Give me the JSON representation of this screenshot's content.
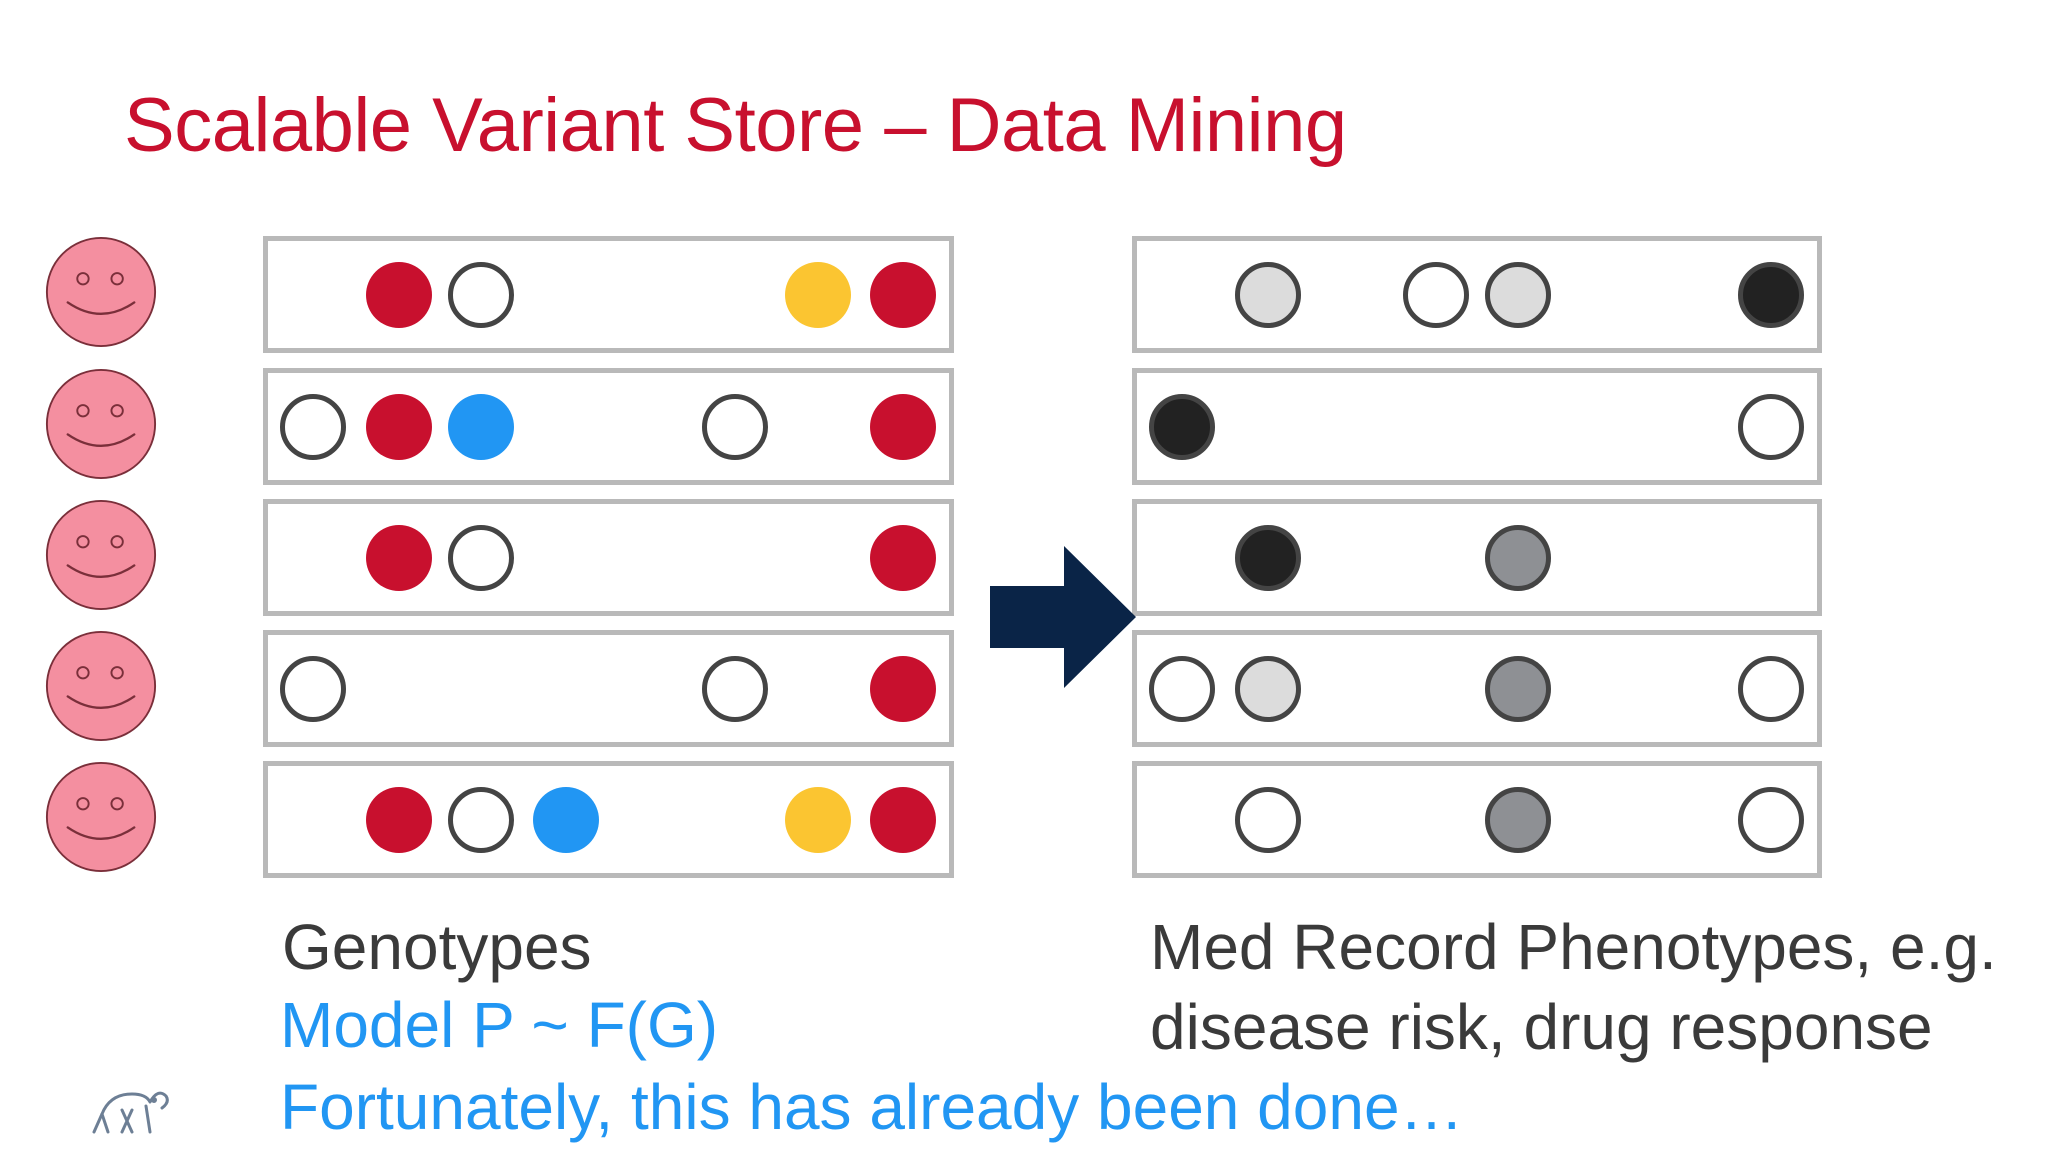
{
  "slide": {
    "title": "Scalable Variant Store – Data Mining",
    "title_color": "#c8102e"
  },
  "people": {
    "count": 5,
    "icon": "smiley-face-icon",
    "face_color": "#f48fa0"
  },
  "genotypes": {
    "rows": [
      [
        "empty",
        "red",
        "open",
        "empty",
        "empty",
        "yellow",
        "red"
      ],
      [
        "open",
        "red",
        "blue",
        "empty",
        "open",
        "empty",
        "red"
      ],
      [
        "empty",
        "red",
        "open",
        "empty",
        "empty",
        "empty",
        "red"
      ],
      [
        "open",
        "empty",
        "empty",
        "empty",
        "open",
        "empty",
        "red"
      ],
      [
        "empty",
        "red",
        "open",
        "blue",
        "empty",
        "yellow",
        "red"
      ]
    ]
  },
  "phenotypes": {
    "rows": [
      [
        "empty",
        "light",
        "open",
        "light",
        "black"
      ],
      [
        "black",
        "empty",
        "empty",
        "empty",
        "open"
      ],
      [
        "empty",
        "black",
        "empty",
        "gray",
        "empty"
      ],
      [
        "open",
        "light",
        "empty",
        "gray",
        "open"
      ],
      [
        "empty",
        "open",
        "empty",
        "gray",
        "open"
      ]
    ]
  },
  "arrow": {
    "icon": "right-arrow-icon",
    "color": "#0a2447"
  },
  "colors": {
    "red": "#c8102e",
    "blue": "#2196f3",
    "yellow": "#fbc531",
    "light": "#dcdcdc",
    "gray": "#8e9094",
    "black": "#222222",
    "open_fill": "#ffffff",
    "outline": "#444444"
  },
  "labels": {
    "genotypes": "Genotypes",
    "model": "Model P ~ F(G)",
    "done": "Fortunately, this has already been done…",
    "phenotypes_line1": "Med Record Phenotypes, e.g.",
    "phenotypes_line2": "disease risk, drug response"
  },
  "logo": {
    "icon": "elephant-logo-icon"
  }
}
